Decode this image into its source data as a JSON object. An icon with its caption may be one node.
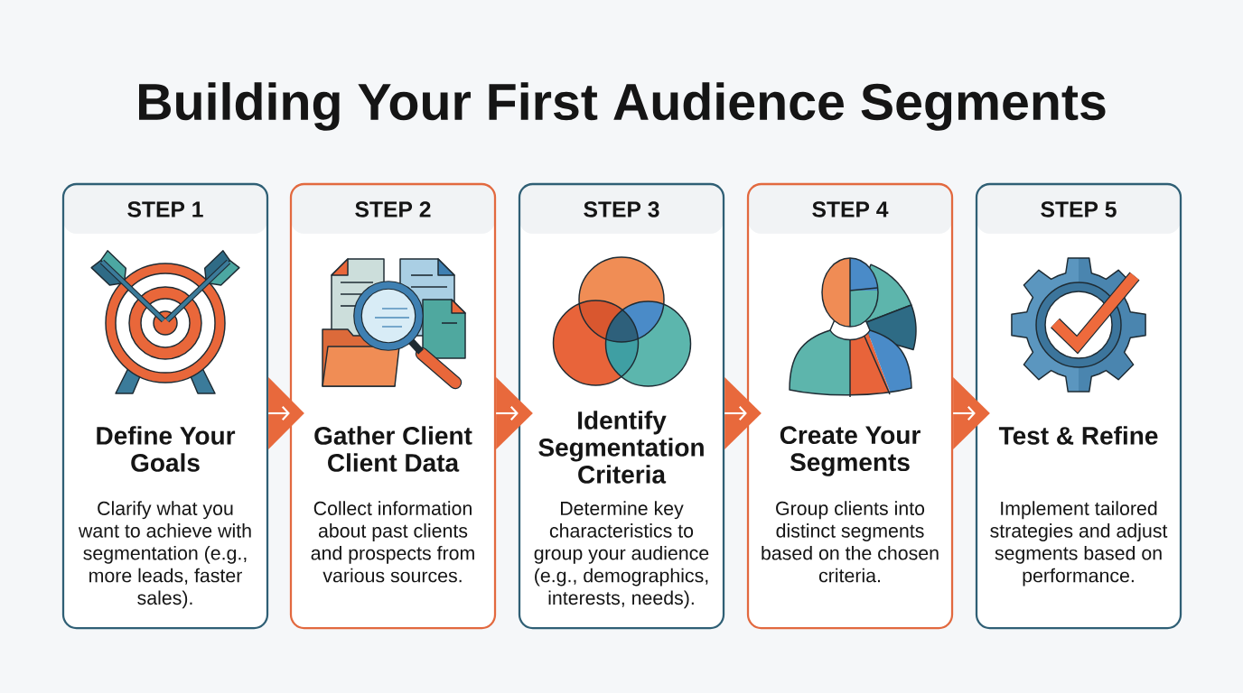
{
  "diagram": {
    "title": "Building Your First Audience Segments",
    "nodes": [
      {
        "text": [
          "STEP 1",
          "Define Your Goals",
          "Clarify what you want to achieve with segmentation (e.g., more leads, faster sales)."
        ]
      },
      {
        "text": [
          "STEP 2",
          "Gather Client Client Data",
          "Collect information about past clients and prospects from various sources."
        ]
      },
      {
        "text": [
          "STEP 3",
          "Identify Segmentation Criteria",
          "Determine key characteristics to group your audience (e.g., demographics, interests, needs)."
        ]
      },
      {
        "text": [
          "STEP 4",
          "Create Your Segments",
          "Group clients into distinct segments based on the chosen criteria."
        ]
      },
      {
        "text": [
          "STEP 5",
          "Test & Refine",
          "Implement tailored strategies and adjust segments based on performance."
        ]
      }
    ],
    "edges": [
      {
        "from": 0,
        "to": 1,
        "arrow": "to"
      },
      {
        "from": 1,
        "to": 2,
        "arrow": "to"
      },
      {
        "from": 2,
        "to": 3,
        "arrow": "to"
      },
      {
        "from": 3,
        "to": 4,
        "arrow": "to"
      }
    ]
  }
}
